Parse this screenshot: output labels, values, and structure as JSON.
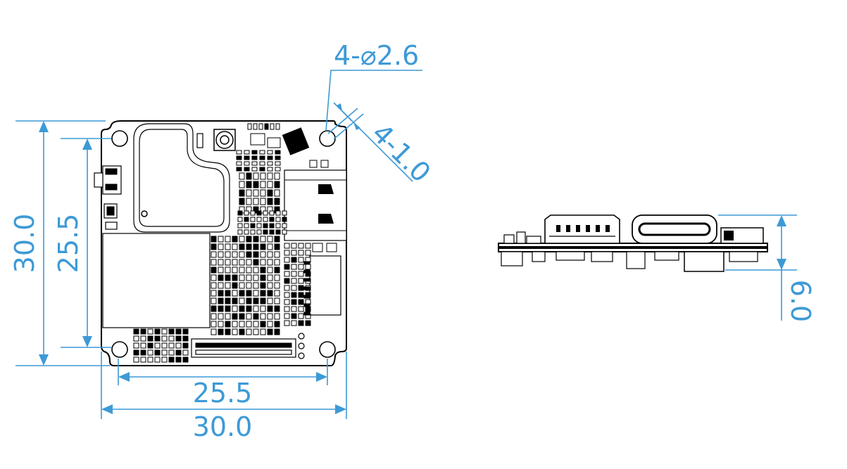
{
  "colors": {
    "dimension": "#3d9ad6",
    "outline": "#000000",
    "background": "#ffffff"
  },
  "dimensions": {
    "holes": "4-⌀2.6",
    "corner": "4-1.0",
    "height_outer": "30.0",
    "height_inner": "25.5",
    "width_inner": "25.5",
    "width_outer": "30.0",
    "thickness": "6.0"
  }
}
